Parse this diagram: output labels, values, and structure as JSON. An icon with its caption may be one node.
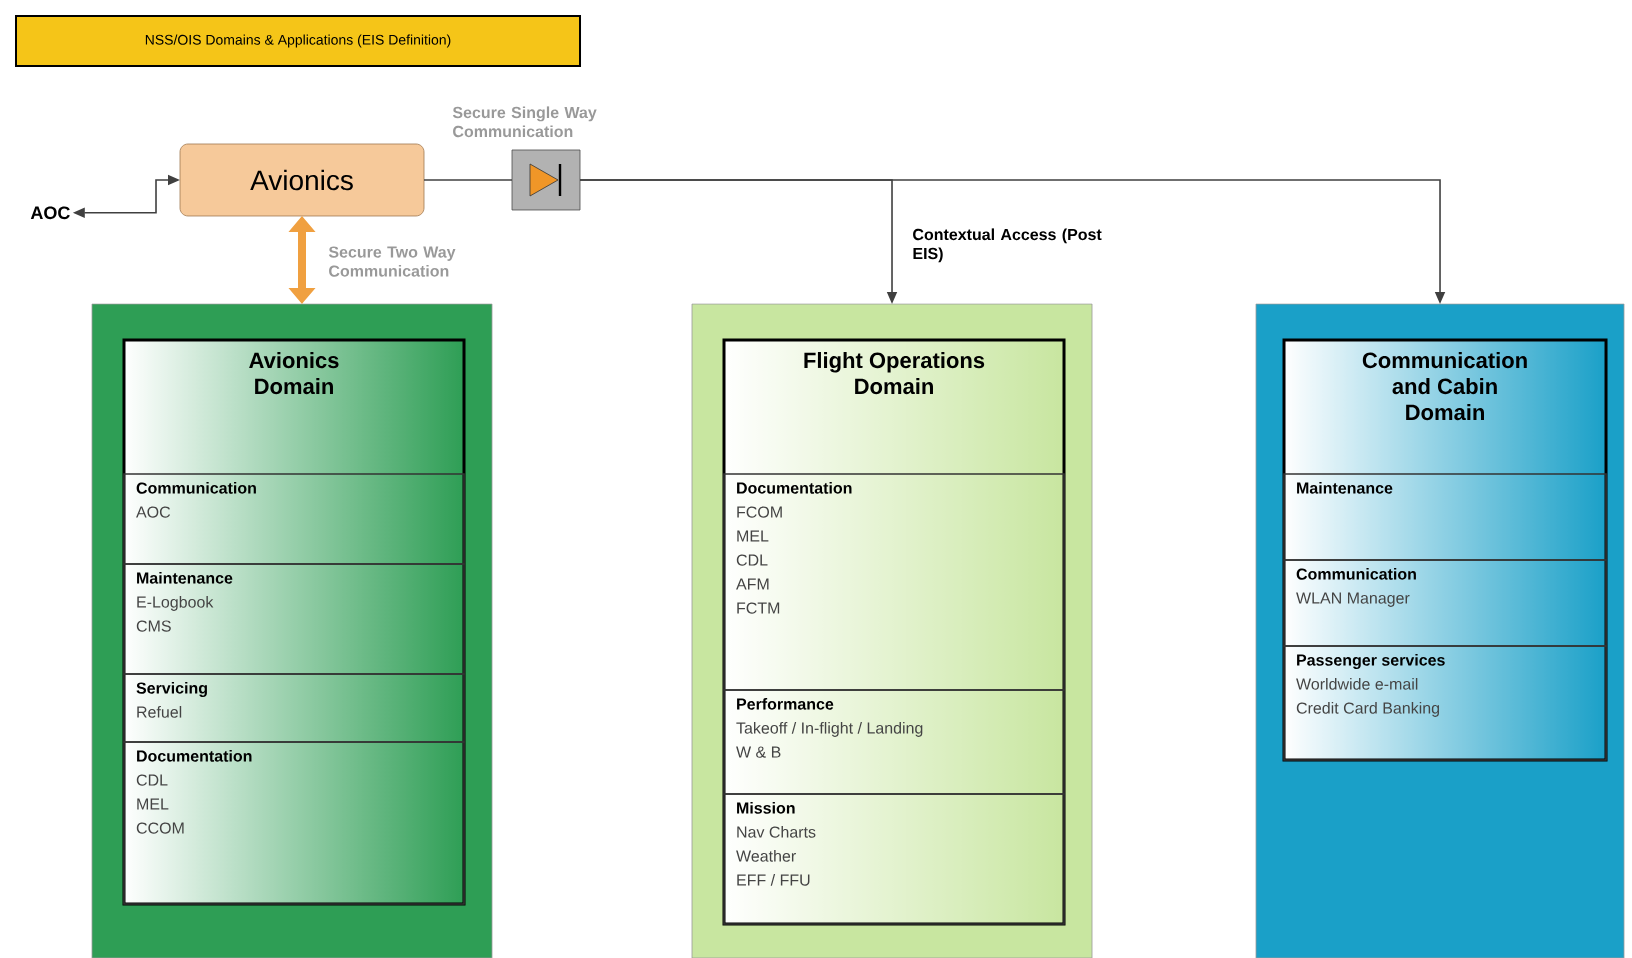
{
  "diagram": {
    "nodes": [
      {
        "text": [
          "NSS/OIS Domains & Applications (EIS Definition)"
        ]
      },
      {
        "text": [
          "AOC"
        ]
      },
      {
        "text": [
          "Avionics"
        ]
      },
      {
        "text": [],
        "shape": "box",
        "beside": [
          "Secure Single Way Communication"
        ]
      },
      {
        "text": [],
        "shape": "box"
      },
      {
        "text": [
          "Avionics Domain"
        ],
        "in": 4
      },
      {
        "text": [
          "Communication",
          "AOC"
        ],
        "in": 5
      },
      {
        "text": [
          "Maintenance",
          "E-Logbook",
          "CMS"
        ],
        "in": 5
      },
      {
        "text": [
          "Servicing",
          "Refuel"
        ],
        "in": 5
      },
      {
        "text": [
          "Documentation",
          "CDL",
          "MEL",
          "CCOM"
        ],
        "in": 5
      },
      {
        "text": [],
        "shape": "box"
      },
      {
        "text": [
          "Flight Operations Domain"
        ],
        "in": 10
      },
      {
        "text": [
          "Documentation",
          "FCOM",
          "MEL",
          "CDL",
          "AFM",
          "FCTM"
        ],
        "in": 11
      },
      {
        "text": [
          "Performance",
          "Takeoff / In-flight / Landing",
          "W & B"
        ],
        "in": 11
      },
      {
        "text": [
          "Mission",
          "Nav Charts",
          "Weather",
          "EFF / FFU"
        ],
        "in": 11
      },
      {
        "text": [],
        "shape": "box"
      },
      {
        "text": [
          "Communication and Cabin Domain"
        ],
        "in": 15
      },
      {
        "text": [
          "Maintenance"
        ],
        "in": 16
      },
      {
        "text": [
          "Communication",
          "WLAN Manager"
        ],
        "in": 16
      },
      {
        "text": [
          "Passenger services",
          "Worldwide e-mail",
          "Credit Card Banking"
        ],
        "in": 16
      }
    ],
    "edges": [
      {
        "from": 2,
        "to": 1,
        "arrow": "both"
      },
      {
        "from": 2,
        "to": 4,
        "arrow": "both",
        "label": "Secure Two Way Communication",
        "style": "thick",
        "color": "#f0a040"
      },
      {
        "from": 2,
        "to": 3,
        "arrow": "none"
      },
      {
        "from": 3,
        "to": 10,
        "arrow": "to",
        "label": "Contextual Access (Post EIS)"
      },
      {
        "from": 3,
        "to": 15,
        "arrow": "to"
      }
    ]
  }
}
